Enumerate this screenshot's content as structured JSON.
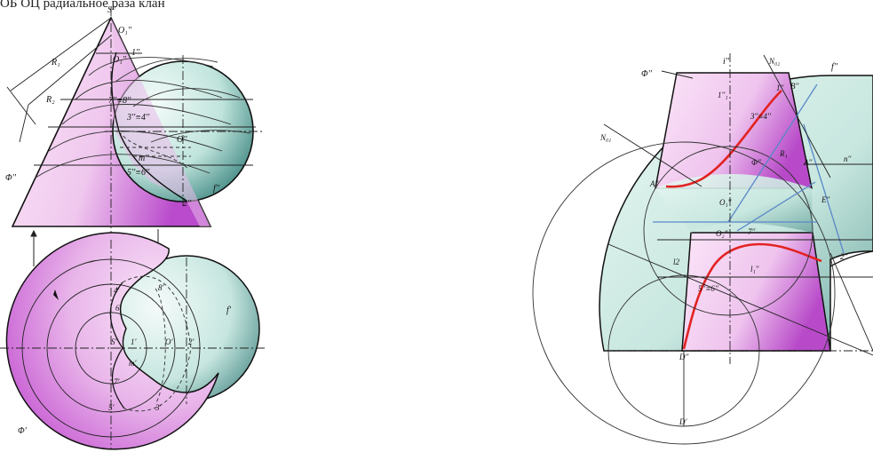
{
  "header_text": "ОБ   ОЦ      радиальное   раза      клан",
  "left": {
    "front_labels": {
      "s2": "S''",
      "o1": "O₁''",
      "o1b": "O₁''",
      "one": "1''",
      "seven_eight": "7''≡8''",
      "three_four": "3''≡4''",
      "o2": "O''",
      "m2": "m''",
      "five_six": "5''≡6''",
      "two": "2''",
      "f2": "f''",
      "phi2": "Φ''",
      "r1": "R₁",
      "r2": "R₂"
    },
    "top_labels": {
      "f1": "f'",
      "four": "4'",
      "six": "6'",
      "eight": "8'",
      "s1": "S'",
      "one": "1'",
      "o1": "O'",
      "two": "2'",
      "m1": "m'",
      "seven": "7'",
      "five": "5'",
      "three": "3'",
      "phi1": "Φ'"
    }
  },
  "right": {
    "labels": {
      "i2": "i''",
      "n01": "N₀₁",
      "n02": "N₀₂",
      "phi2": "Φ''",
      "f2": "f''",
      "l1": "1''₁",
      "one": "1''",
      "b2": "B''",
      "three_four": "3''≡4''",
      "phi2b": "Φ''",
      "r1": "R₁",
      "a2": "A''",
      "a2b": "A''",
      "n2": "n''",
      "o2": "O₁''",
      "e2": "E''",
      "o2b": "O₂''",
      "seven": "7''",
      "l2": "l2",
      "l1b": "l₁''",
      "two": "2''",
      "five_six": "5''≡6''",
      "d2": "D''",
      "d1": "D'"
    }
  },
  "colors": {
    "pink_light": "#f8d8f4",
    "pink_dark": "#c24fd0",
    "teal_light": "#e4f5f0",
    "teal_dark": "#3e8580",
    "blue_line": "#5a88c8",
    "red_curve": "#e32222"
  }
}
